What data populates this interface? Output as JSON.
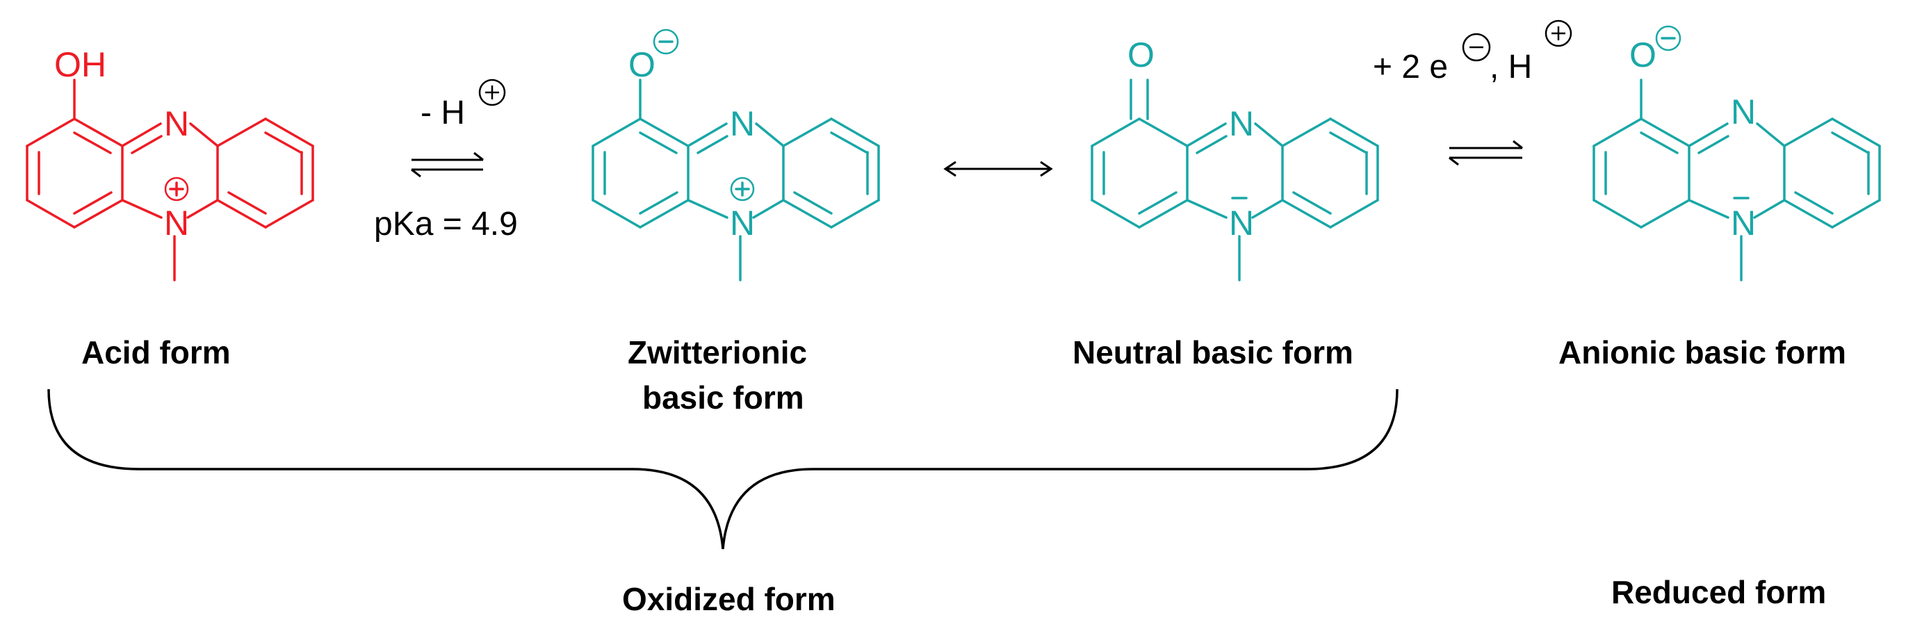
{
  "colors": {
    "acid": "#ee1c25",
    "basic": "#1aa7a7",
    "text": "#000000"
  },
  "atoms": {
    "hydroxyl": "OH",
    "oxide": "O",
    "carbonyl": "O",
    "nitrogen": "N",
    "plus": "+",
    "minus": "−"
  },
  "conditions": {
    "deprotonation": "- H",
    "pka": "pKa = 4.9",
    "reduction_prefix": "+ 2 e",
    "reduction_suffix": ", H"
  },
  "labels": {
    "acid_form": "Acid form",
    "zwitterionic_line1": "Zwitterionic",
    "zwitterionic_line2": "basic form",
    "neutral_basic_form": "Neutral basic form",
    "anionic_basic_form": "Anionic basic form",
    "oxidized_form": "Oxidized form",
    "reduced_form": "Reduced form"
  }
}
